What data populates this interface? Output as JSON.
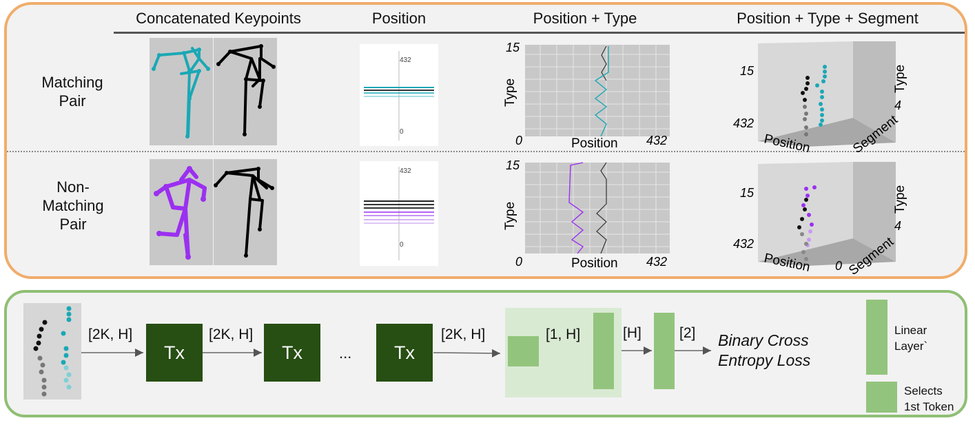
{
  "headers": {
    "concatenated": "Concatenated Keypoints",
    "position": "Position",
    "position_type": "Position + Type",
    "position_type_segment": "Position + Type + Segment"
  },
  "rows": {
    "matching_line1": "Matching",
    "matching_line2": "Pair",
    "nonmatching_line1": "Non-",
    "nonmatching_line2": "Matching",
    "nonmatching_line3": "Pair"
  },
  "position_plot": {
    "top_label": "432",
    "bottom_label": "0"
  },
  "type_plot": {
    "y_top": "15",
    "y_label": "Type",
    "x_start": "0",
    "x_label": "Position",
    "x_end": "432"
  },
  "plot3d": {
    "type_top": "15",
    "position_bottom": "432",
    "position_label": "Position",
    "type_label": "Type",
    "type_low": "4",
    "segment_label": "Segment",
    "segment_zero": "0"
  },
  "pipeline": {
    "dim1": "[2K, H]",
    "dim2": "[2K, H]",
    "dim3": "[2K, H]",
    "dim4": "[1, H]",
    "dim5": "[H]",
    "dim6": "[2]",
    "tx1": "Tx",
    "tx2": "Tx",
    "tx3": "Tx",
    "ellipsis": "...",
    "loss_line1": "Binary Cross",
    "loss_line2": "Entropy Loss"
  },
  "legend": {
    "linear_line1": "Linear",
    "linear_line2": "Layer`",
    "select_line1": "Selects",
    "select_line2": "1st Token"
  },
  "colors": {
    "teal": "#1aa8b5",
    "purple": "#9b30f0",
    "dark_green": "#274e13",
    "light_green": "#93c47d",
    "orange_border": "#f0ad6b",
    "green_border": "#8fbf74"
  }
}
